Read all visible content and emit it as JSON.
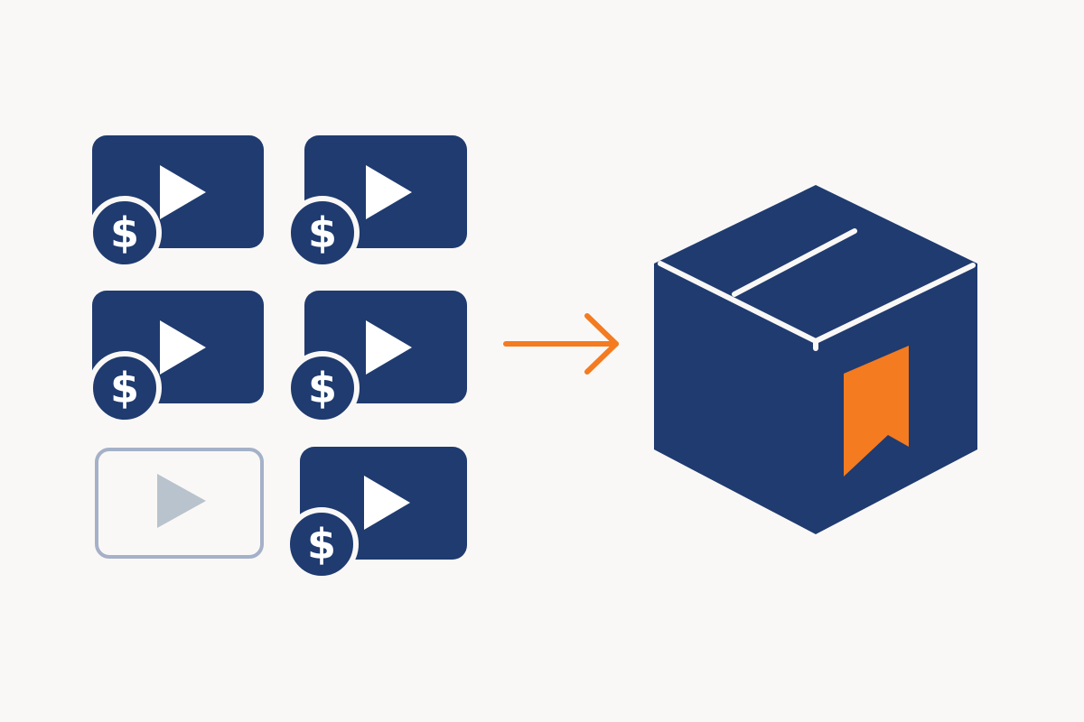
{
  "colors": {
    "background": "#faf8f6",
    "navy": "#1f3b70",
    "orange": "#f47b20",
    "muted_outline": "#a4b1c8",
    "muted_triangle": "#b8c3cd",
    "white": "#ffffff"
  },
  "tiles": [
    {
      "id": "tile-1",
      "state": "paid",
      "icons": [
        "play-icon",
        "dollar-badge-icon"
      ]
    },
    {
      "id": "tile-2",
      "state": "paid",
      "icons": [
        "play-icon",
        "dollar-badge-icon"
      ]
    },
    {
      "id": "tile-3",
      "state": "paid",
      "icons": [
        "play-icon",
        "dollar-badge-icon"
      ]
    },
    {
      "id": "tile-4",
      "state": "paid",
      "icons": [
        "play-icon",
        "dollar-badge-icon"
      ]
    },
    {
      "id": "tile-5",
      "state": "free",
      "icons": [
        "play-icon"
      ]
    },
    {
      "id": "tile-6",
      "state": "paid",
      "icons": [
        "play-icon",
        "dollar-badge-icon"
      ]
    }
  ],
  "connector": {
    "icon": "right-arrow-icon"
  },
  "result": {
    "icon": "package-box-icon",
    "marker": "bookmark-icon"
  },
  "badge_symbol": "$"
}
